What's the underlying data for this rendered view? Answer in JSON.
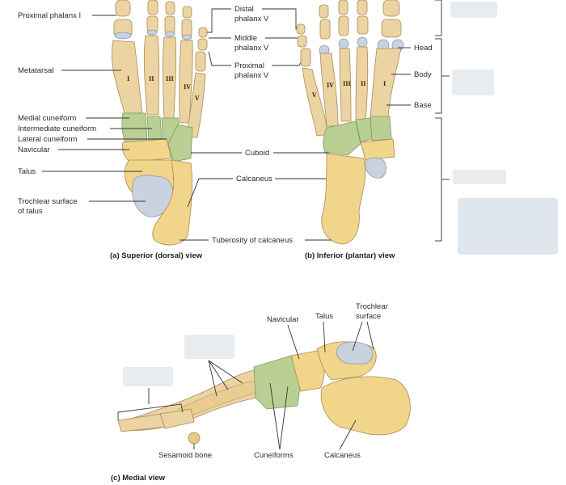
{
  "superior_view": {
    "caption": "(a) Superior (dorsal) view",
    "labels": {
      "proximal_phalanx_1": "Proximal phalanx I",
      "metatarsal": "Metatarsal",
      "medial_cuneiform": "Medial cuneiform",
      "intermediate_cuneiform": "Intermediate cuneiform",
      "lateral_cuneiform": "Lateral cuneiform",
      "navicular": "Navicular",
      "talus": "Talus",
      "trochlear_line1": "Trochlear surface",
      "trochlear_line2": "of talus"
    },
    "numerals": [
      "I",
      "II",
      "III",
      "IV",
      "V"
    ]
  },
  "center_labels": {
    "distal_line1": "Distal",
    "distal_line2": "phalanx V",
    "middle_line1": "Middle",
    "middle_line2": "phalanx V",
    "proximal_line1": "Proximal",
    "proximal_line2": "phalanx V",
    "cuboid": "Cuboid",
    "calcaneus": "Calcaneus",
    "tuberosity": "Tuberosity of calcaneus"
  },
  "inferior_view": {
    "caption": "(b) Inferior (plantar) view",
    "labels": {
      "head": "Head",
      "body": "Body",
      "base": "Base"
    },
    "numerals": [
      "V",
      "IV",
      "III",
      "II",
      "I"
    ]
  },
  "medial_view": {
    "caption": "(c) Medial view",
    "labels": {
      "navicular": "Navicular",
      "talus": "Talus",
      "trochlear_line1": "Trochlear",
      "trochlear_line2": "surface",
      "sesamoid": "Sesamoid bone",
      "cuneiforms": "Cuneiforms",
      "calcaneus": "Calcaneus"
    }
  }
}
